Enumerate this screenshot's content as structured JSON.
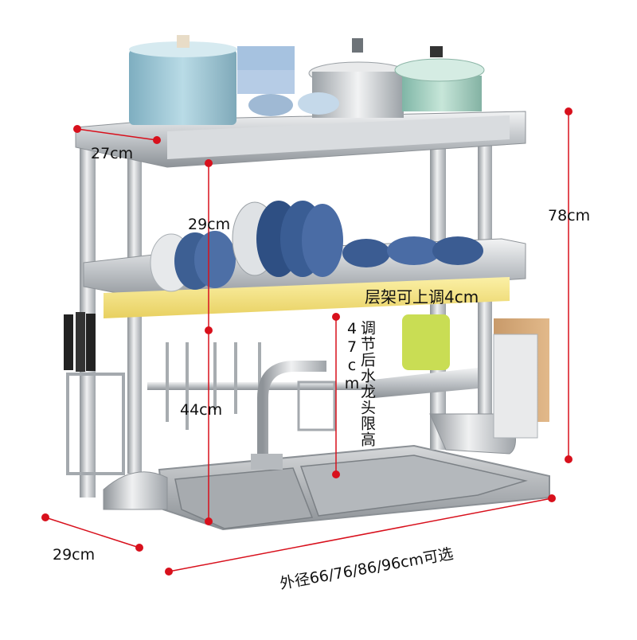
{
  "dimensions": {
    "top_depth": "27cm",
    "upper_tier_height": "29cm",
    "total_height": "78cm",
    "lower_height": "44cm",
    "base_depth": "29cm",
    "outer_width": "外径66/76/86/96cm可选"
  },
  "callouts": {
    "adjustable_shelf": "层架可上调4cm",
    "faucet_limit": "调节后水龙头限高47cm"
  },
  "colors": {
    "marker": "#d8101c",
    "accent_band": "#f4e37c",
    "steel": "#c9ccd0"
  }
}
